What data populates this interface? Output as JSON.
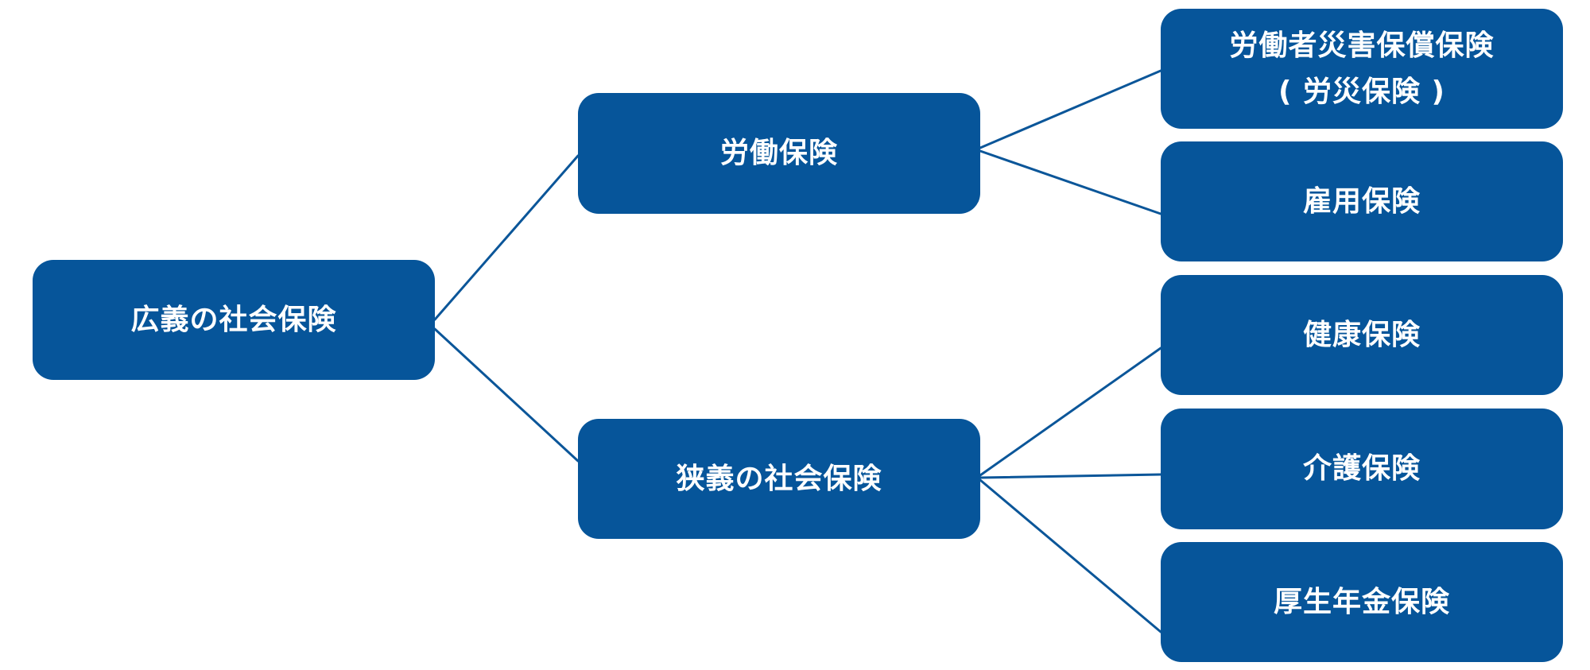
{
  "colors": {
    "node_fill": "#06559a",
    "node_text": "#ffffff",
    "connector": "#0b5699",
    "background": "#ffffff"
  },
  "diagram": {
    "root": {
      "label": "広義の社会保険"
    },
    "branches": {
      "labor": {
        "label": "労働保険"
      },
      "narrow": {
        "label": "狭義の社会保険"
      }
    },
    "leaves": {
      "workers_comp": {
        "line1": "労働者災害保償保険",
        "line2": "( 労災保険 )"
      },
      "employment": {
        "label": "雇用保険"
      },
      "health": {
        "label": "健康保険"
      },
      "care": {
        "label": "介護保険"
      },
      "pension": {
        "label": "厚生年金保険"
      }
    }
  }
}
